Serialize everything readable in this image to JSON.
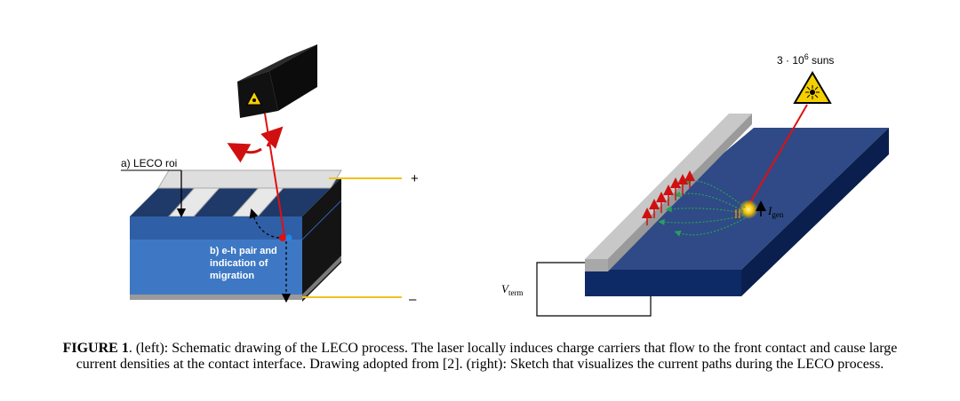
{
  "left": {
    "label_a": "a) LECO roi",
    "label_b_line1": "b) e-h pair and",
    "label_b_line2": "indication of",
    "label_b_line3": "migration",
    "plus": "+",
    "minus": "–"
  },
  "right": {
    "suns_prefix": "3 · 10",
    "suns_exp": "6",
    "suns_suffix": " suns",
    "vterm_main": "V",
    "vterm_sub": "term",
    "igen_main": "I",
    "igen_sub": "gen"
  },
  "caption": {
    "label": "FIGURE 1",
    "text": ". (left): Schematic drawing of the LECO process. The laser locally induces charge carriers that flow to the front contact and cause large current densities at the contact interface. Drawing adopted from [2]. (right): Sketch that visualizes the current paths during the LECO process."
  },
  "colors": {
    "cell_top": "#1f3a68",
    "cell_front": "#3e78c4",
    "laser": "#e01010",
    "wire": "#f2c11a",
    "plate_top": "#2f4a86",
    "plate_side": "#0d2a66"
  }
}
